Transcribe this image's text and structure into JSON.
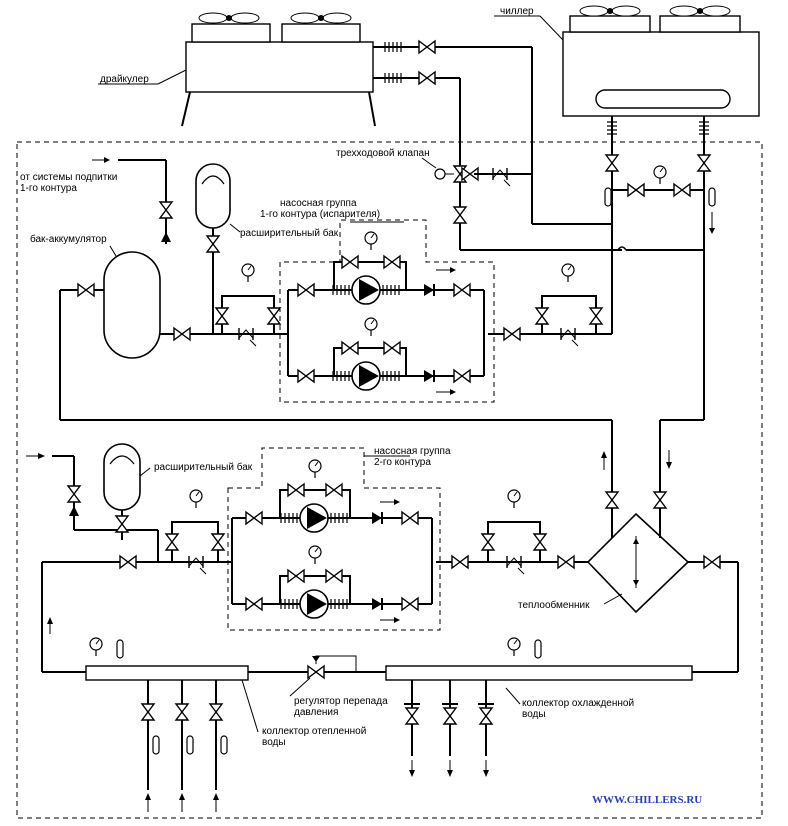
{
  "labels": {
    "chiller": "чиллер",
    "drycooler": "драйкулер",
    "three_way_valve": "трехходовой клапан",
    "makeup_line1": "от системы подпитки",
    "makeup_line2": "1-го контура",
    "pump_group1_line1": "насосная группа",
    "pump_group1_line2": "1-го контура (испарителя)",
    "expansion_tank_1": "расширительный бак",
    "buffer_tank": "бак-аккумулятор",
    "expansion_tank_2": "расширительный бак",
    "pump_group2_line1": "насосная группа",
    "pump_group2_line2": "2-го контура",
    "heat_exchanger": "теплообменник",
    "dp_regulator_line1": "регулятор перепада",
    "dp_regulator_line2": "давления",
    "warm_collector_line1": "коллектор отепленной",
    "warm_collector_line2": "воды",
    "cold_collector_line1": "коллектор охлажденной",
    "cold_collector_line2": "воды",
    "website": "WWW.CHILLERS.RU"
  }
}
